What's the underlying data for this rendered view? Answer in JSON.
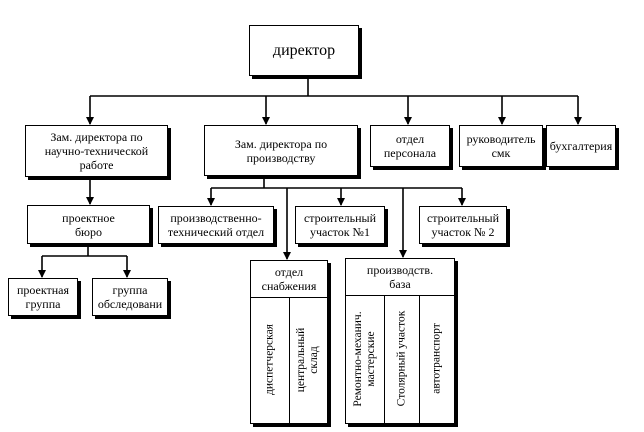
{
  "director": "директор",
  "deputy_science": "Зам. директора по\nнаучно-технической\nработе",
  "deputy_production": "Зам. директора по\nпроизводству",
  "personnel": "отдел\nперсонала",
  "smk_head": "руководитель\nсмк",
  "accounting": "бухгалтерия",
  "design_bureau": "проектное\nбюро",
  "design_group": "проектная\nгруппа",
  "survey_group": "группа\nобследовани",
  "prod_tech_dept": "производственно-\nтехнический отдел",
  "construction_1": "строительный\nучасток №1",
  "construction_2": "строительный\nучасток № 2",
  "supply_dept": "отдел\nснабжения",
  "supply_dispatch": "диспетчерская",
  "supply_warehouse": "центральный\nсклад",
  "prod_base": "производств.\nбаза",
  "base_repair": "Ремонтно-механич.\nмастерские",
  "base_carpentry": "Столярный участок",
  "base_transport": "автотранспорт"
}
